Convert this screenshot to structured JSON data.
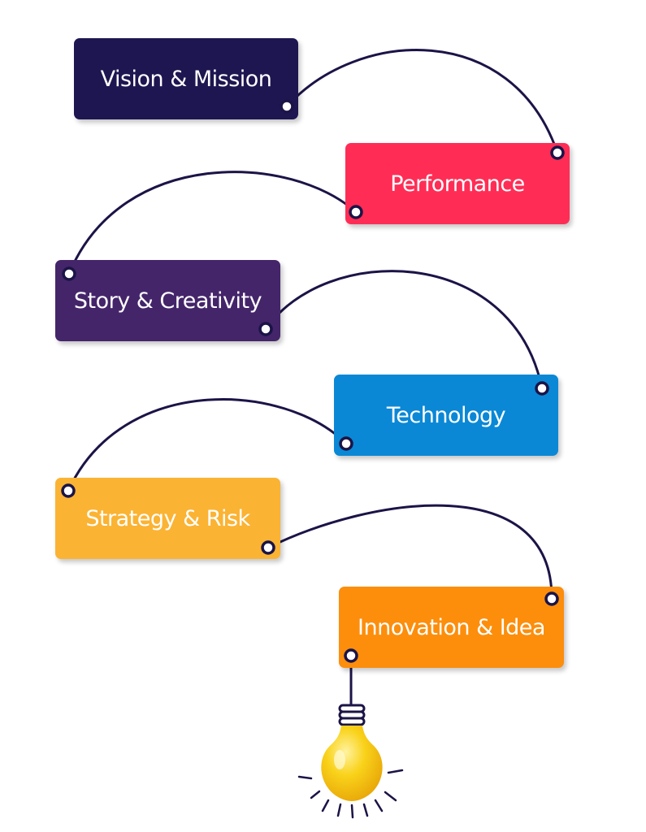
{
  "steps": [
    {
      "label": "Vision & Mission",
      "color": "#1e1650"
    },
    {
      "label": "Performance",
      "color": "#ff2d55"
    },
    {
      "label": "Story & Creativity",
      "color": "#44256a"
    },
    {
      "label": "Technology",
      "color": "#0a88d6"
    },
    {
      "label": "Strategy & Risk",
      "color": "#fbb333"
    },
    {
      "label": "Innovation & Idea",
      "color": "#fc8e0c"
    }
  ],
  "colors": {
    "connector": "#1b1447",
    "bulb": "#f9c613",
    "bulb_highlight": "#fff3a0"
  },
  "icons": {
    "bulb": "lightbulb-icon"
  }
}
